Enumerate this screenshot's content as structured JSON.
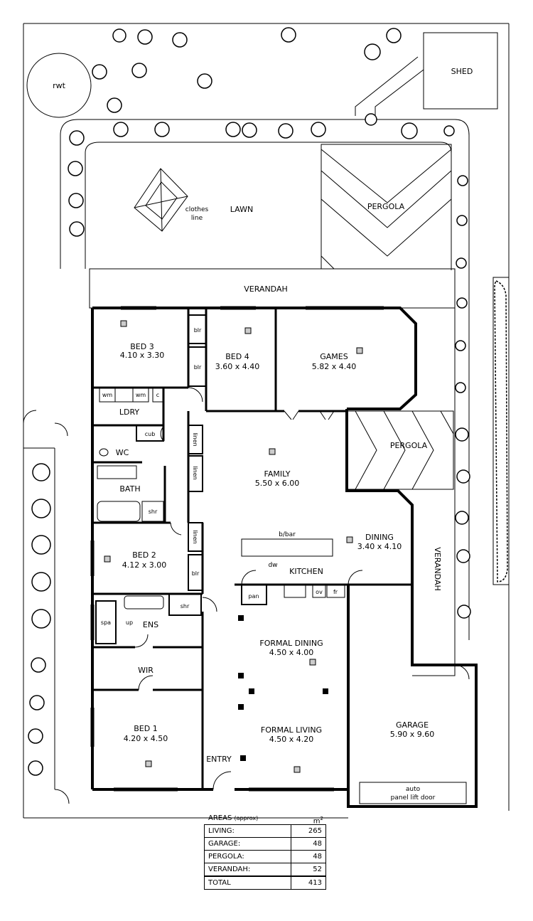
{
  "site": {
    "rwt": "rwt",
    "shed": "SHED",
    "clothes_line_1": "clothes",
    "clothes_line_2": "line",
    "lawn": "LAWN",
    "pergola_rear": "PERGOLA",
    "verandah_rear": "VERANDAH",
    "pergola_side": "PERGOLA",
    "verandah_side": "VERANDAH"
  },
  "rooms": {
    "bed3": {
      "name": "BED 3",
      "dims": "4.10 x 3.30"
    },
    "bed4": {
      "name": "BED 4",
      "dims": "3.60 x 4.40"
    },
    "games": {
      "name": "GAMES",
      "dims": "5.82 x 4.40"
    },
    "family": {
      "name": "FAMILY",
      "dims": "5.50 x 6.00"
    },
    "dining": {
      "name": "DINING",
      "dims": "3.40 x 4.10"
    },
    "bed2": {
      "name": "BED 2",
      "dims": "4.12 x 3.00"
    },
    "formal_dining": {
      "name": "FORMAL DINING",
      "dims": "4.50 x 4.00"
    },
    "formal_living": {
      "name": "FORMAL LIVING",
      "dims": "4.50 x 4.20"
    },
    "garage": {
      "name": "GARAGE",
      "dims": "5.90 x 9.60"
    },
    "bed1": {
      "name": "BED 1",
      "dims": "4.20 x 4.50"
    }
  },
  "labels": {
    "blr1": "blr",
    "blr2": "blr",
    "blr3": "blr",
    "wm1": "wm",
    "wm2": "wm",
    "c": "c",
    "ldry": "LDRY",
    "cub": "cub",
    "wc": "WC",
    "linen1": "linen",
    "linen2": "linen",
    "linen3": "linen",
    "bath": "BATH",
    "shr1": "shr",
    "shr2": "shr",
    "bbar": "b/bar",
    "dw": "dw",
    "kitchen": "KITCHEN",
    "pan": "pan",
    "ov": "ov",
    "fr": "fr",
    "spa": "spa",
    "up": "up",
    "ens": "ENS",
    "wir": "WIR",
    "entry": "ENTRY",
    "auto_1": "auto",
    "auto_2": "panel lift door"
  },
  "areas": {
    "title": "AREAS",
    "title_note": "(approx)",
    "unit": "m",
    "unit_sup": "2",
    "rows": [
      {
        "label": "LIVING:",
        "value": "265"
      },
      {
        "label": "GARAGE:",
        "value": "48"
      },
      {
        "label": "PERGOLA:",
        "value": "48"
      },
      {
        "label": "VERANDAH:",
        "value": "52"
      }
    ],
    "total": {
      "label": "TOTAL",
      "value": "413"
    }
  }
}
